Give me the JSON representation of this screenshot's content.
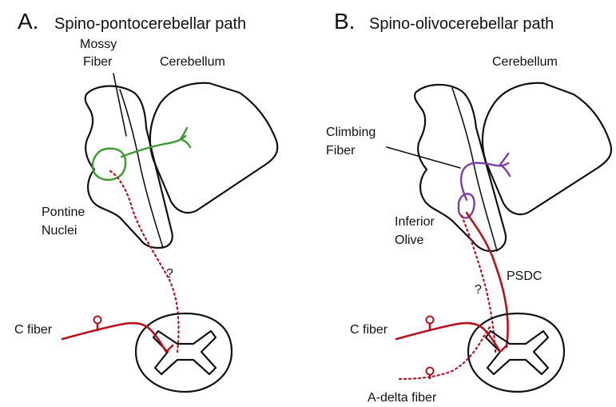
{
  "panel_a": {
    "letter": "A.",
    "title": "Spino-pontocerebellar path",
    "labels": {
      "mossy_fiber_1": "Mossy",
      "mossy_fiber_2": "Fiber",
      "cerebellum": "Cerebellum",
      "pontine_1": "Pontine",
      "pontine_2": "Nuclei",
      "question": "?",
      "c_fiber": "C fiber"
    }
  },
  "panel_b": {
    "letter": "B.",
    "title": "Spino-olivocerebellar path",
    "labels": {
      "cerebellum": "Cerebellum",
      "climbing_1": "Climbing",
      "climbing_2": "Fiber",
      "olive_1": "Inferior",
      "olive_2": "Olive",
      "psdc": "PSDC",
      "question": "?",
      "c_fiber": "C fiber",
      "a_delta": "A-delta fiber"
    }
  },
  "colors": {
    "pathway_red": "#b8121f",
    "mossy_green": "#3a9a2e",
    "climbing_purple": "#7a3fa6",
    "outline": "#111111"
  }
}
